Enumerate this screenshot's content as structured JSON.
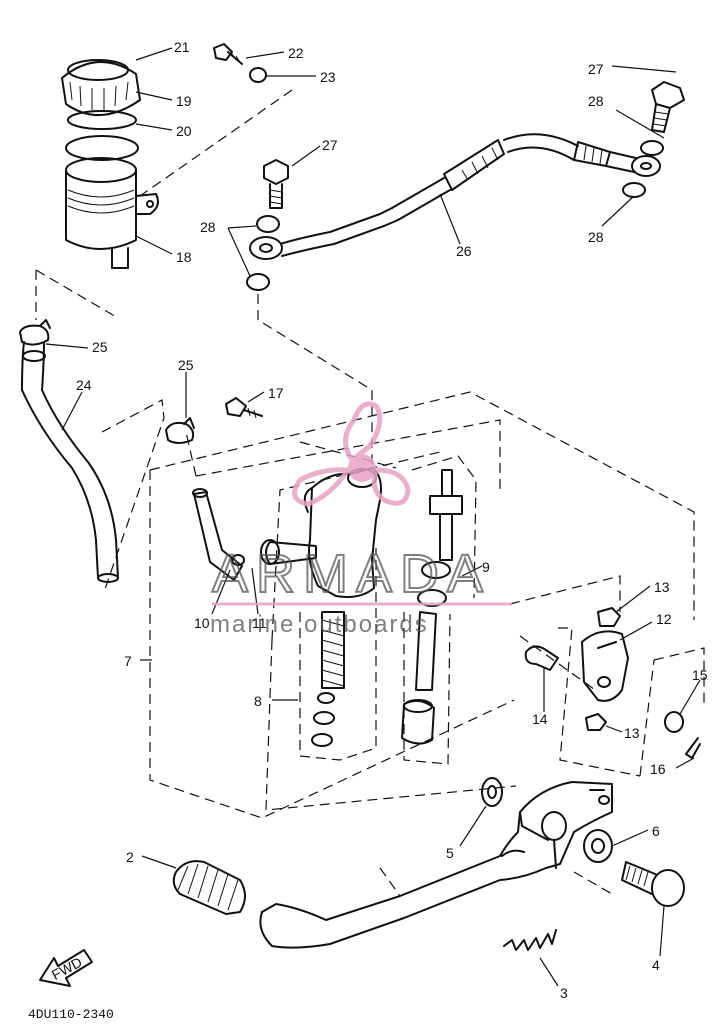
{
  "diagram": {
    "callouts": [
      "21",
      "22",
      "23",
      "19",
      "20",
      "18",
      "27",
      "28",
      "28",
      "26",
      "28",
      "27",
      "28",
      "25",
      "24",
      "25",
      "17",
      "7",
      "10",
      "11",
      "9",
      "13",
      "12",
      "15",
      "8",
      "14",
      "13",
      "16",
      "5",
      "6",
      "2",
      "4",
      "3"
    ],
    "diagram_code": "4DU110-2340",
    "fwd_label": "FWD"
  },
  "watermark": {
    "brand": "ARMADA",
    "tagline": "marine outboards",
    "logo_color": "#e8a2c6"
  }
}
